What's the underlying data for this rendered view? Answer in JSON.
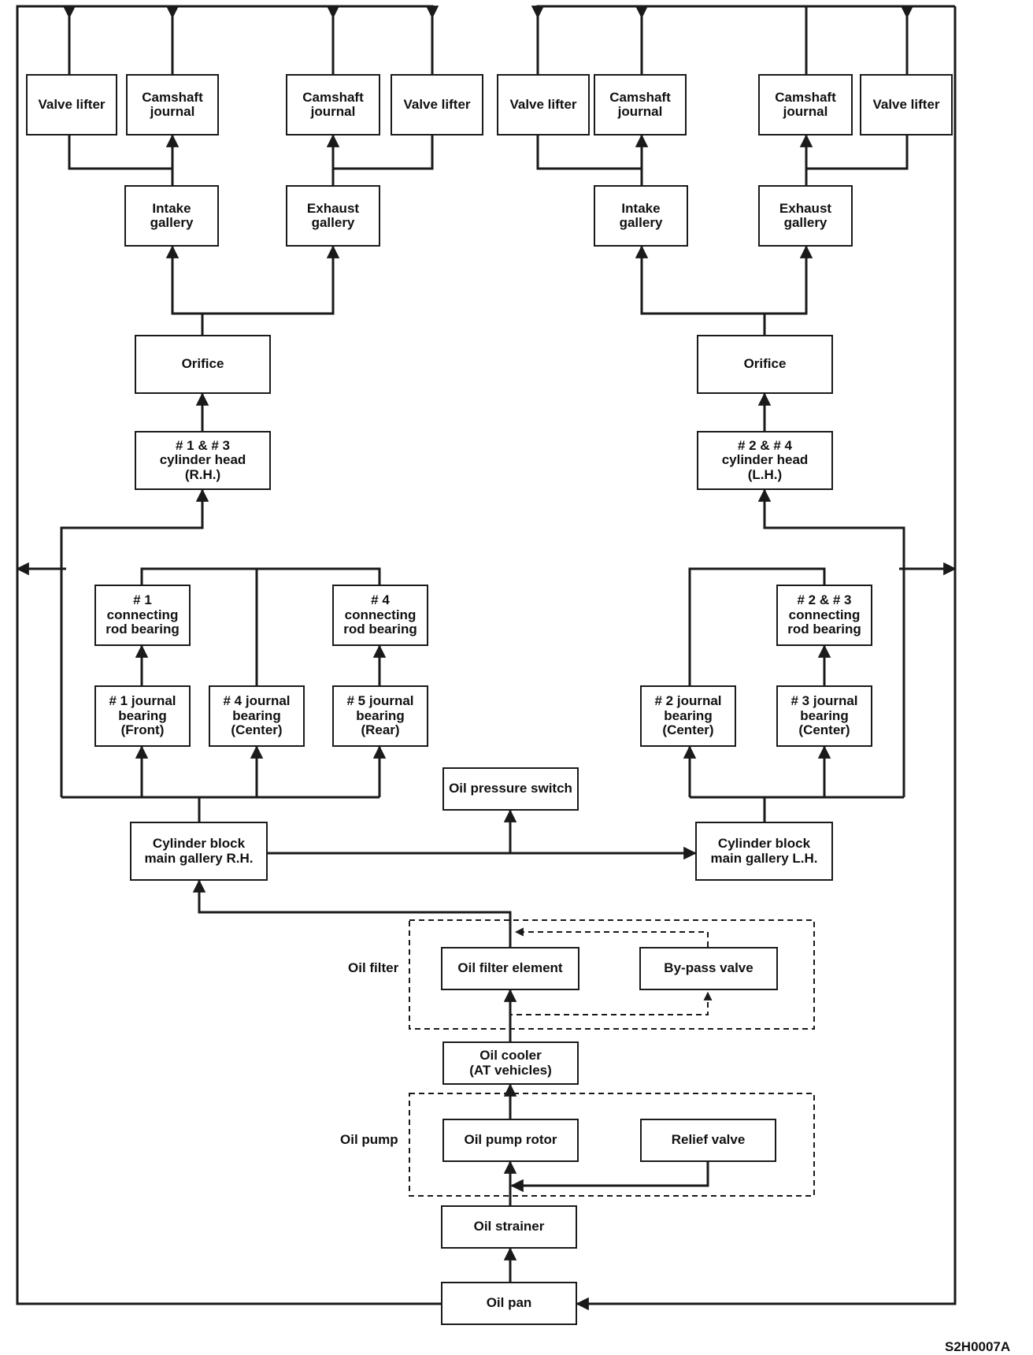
{
  "boxes": {
    "valve_lifter_1": "Valve lifter",
    "camshaft_journal_1": "Camshaft\njournal",
    "camshaft_journal_2": "Camshaft\njournal",
    "valve_lifter_2": "Valve lifter",
    "valve_lifter_3": "Valve lifter",
    "camshaft_journal_3": "Camshaft\njournal",
    "camshaft_journal_4": "Camshaft\njournal",
    "valve_lifter_4": "Valve lifter",
    "intake_gallery_rh": "Intake\ngallery",
    "exhaust_gallery_rh": "Exhaust\ngallery",
    "intake_gallery_lh": "Intake\ngallery",
    "exhaust_gallery_lh": "Exhaust\ngallery",
    "orifice_rh": "Orifice",
    "orifice_lh": "Orifice",
    "cylinder_head_rh": "# 1 & # 3\ncylinder head\n(R.H.)",
    "cylinder_head_lh": "# 2 & # 4\ncylinder head\n(L.H.)",
    "rod_bearing_1": "# 1\nconnecting\nrod bearing",
    "rod_bearing_4": "# 4\nconnecting\nrod bearing",
    "rod_bearing_2_3": "# 2 & # 3\nconnecting\nrod bearing",
    "journal_bearing_1": "# 1 journal\nbearing\n(Front)",
    "journal_bearing_4": "# 4 journal\nbearing\n(Center)",
    "journal_bearing_5": "# 5 journal\nbearing\n(Rear)",
    "journal_bearing_2": "# 2 journal\nbearing\n(Center)",
    "journal_bearing_3": "# 3 journal\nbearing\n(Center)",
    "oil_pressure_switch": "Oil pressure switch",
    "main_gallery_rh": "Cylinder block\nmain gallery R.H.",
    "main_gallery_lh": "Cylinder block\nmain gallery L.H.",
    "oil_filter_element": "Oil filter element",
    "bypass_valve": "By-pass valve",
    "oil_cooler": "Oil cooler\n(AT vehicles)",
    "oil_pump_rotor": "Oil pump rotor",
    "relief_valve": "Relief valve",
    "oil_strainer": "Oil strainer",
    "oil_pan": "Oil pan"
  },
  "group_labels": {
    "oil_filter": "Oil filter",
    "oil_pump": "Oil pump"
  },
  "figure_code": "S2H0007A",
  "colors": {
    "line": "#1a1a1a",
    "background": "#ffffff"
  }
}
